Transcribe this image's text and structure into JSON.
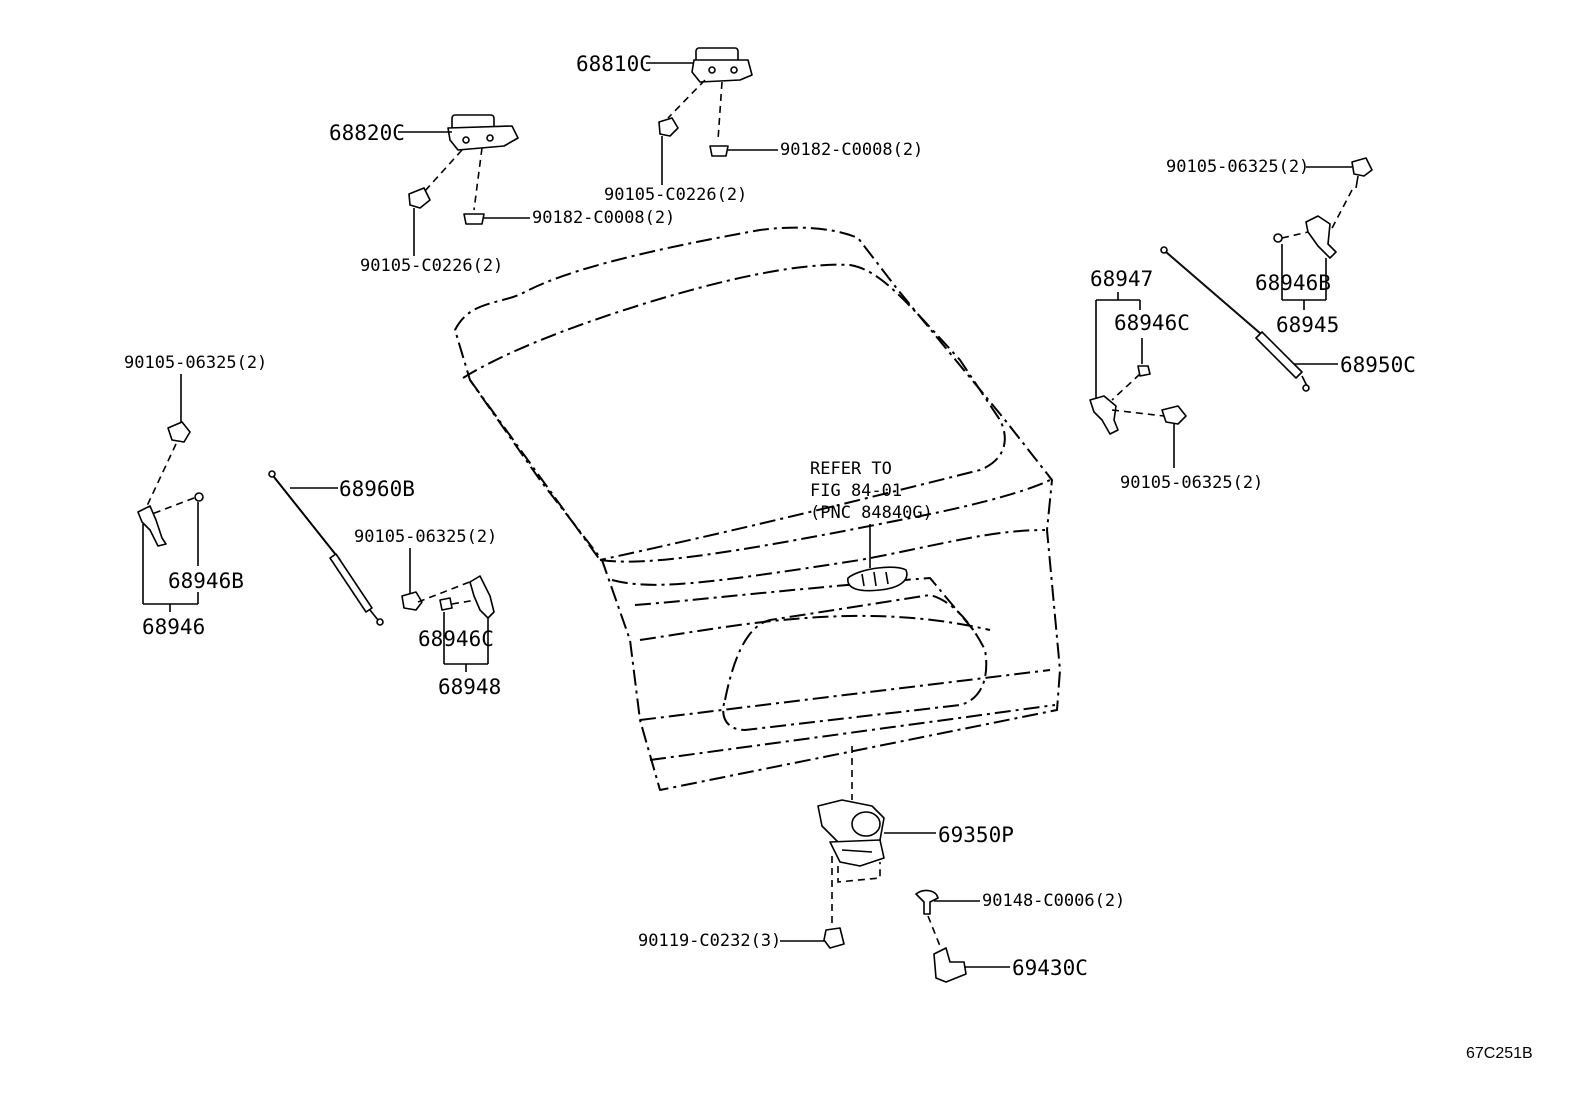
{
  "diagram_code": "67C251B",
  "reference_note": {
    "line1": "REFER TO",
    "line2": "FIG 84-01",
    "line3": "(PNC 84840G)"
  },
  "parts": {
    "hinge_upper": "68810C",
    "hinge_left": "68820C",
    "nut_hinge_upper": "90182-C0008(2)",
    "bolt_hinge_upper": "90105-C0226(2)",
    "nut_hinge_left": "90182-C0008(2)",
    "bolt_hinge_left": "90105-C0226(2)",
    "bolt_right_top": "90105-06325(2)",
    "bracket_right_b": "68946B",
    "bracket_right_assy": "68945",
    "strut_right": "68950C",
    "bracket_right_assy_2": "68947",
    "bracket_right_c": "68946C",
    "bolt_right_lower": "90105-06325(2)",
    "bolt_left_top": "90105-06325(2)",
    "strut_left": "68960B",
    "bracket_left_b": "68946B",
    "bracket_left_assy": "68946",
    "bolt_left_mid": "90105-06325(2)",
    "bracket_left_c": "68946C",
    "bracket_left_assy_2": "68948",
    "latch": "69350P",
    "screw_bumper": "90148-C0006(2)",
    "bolt_latch": "90119-C0232(3)",
    "bumper": "69430C"
  }
}
